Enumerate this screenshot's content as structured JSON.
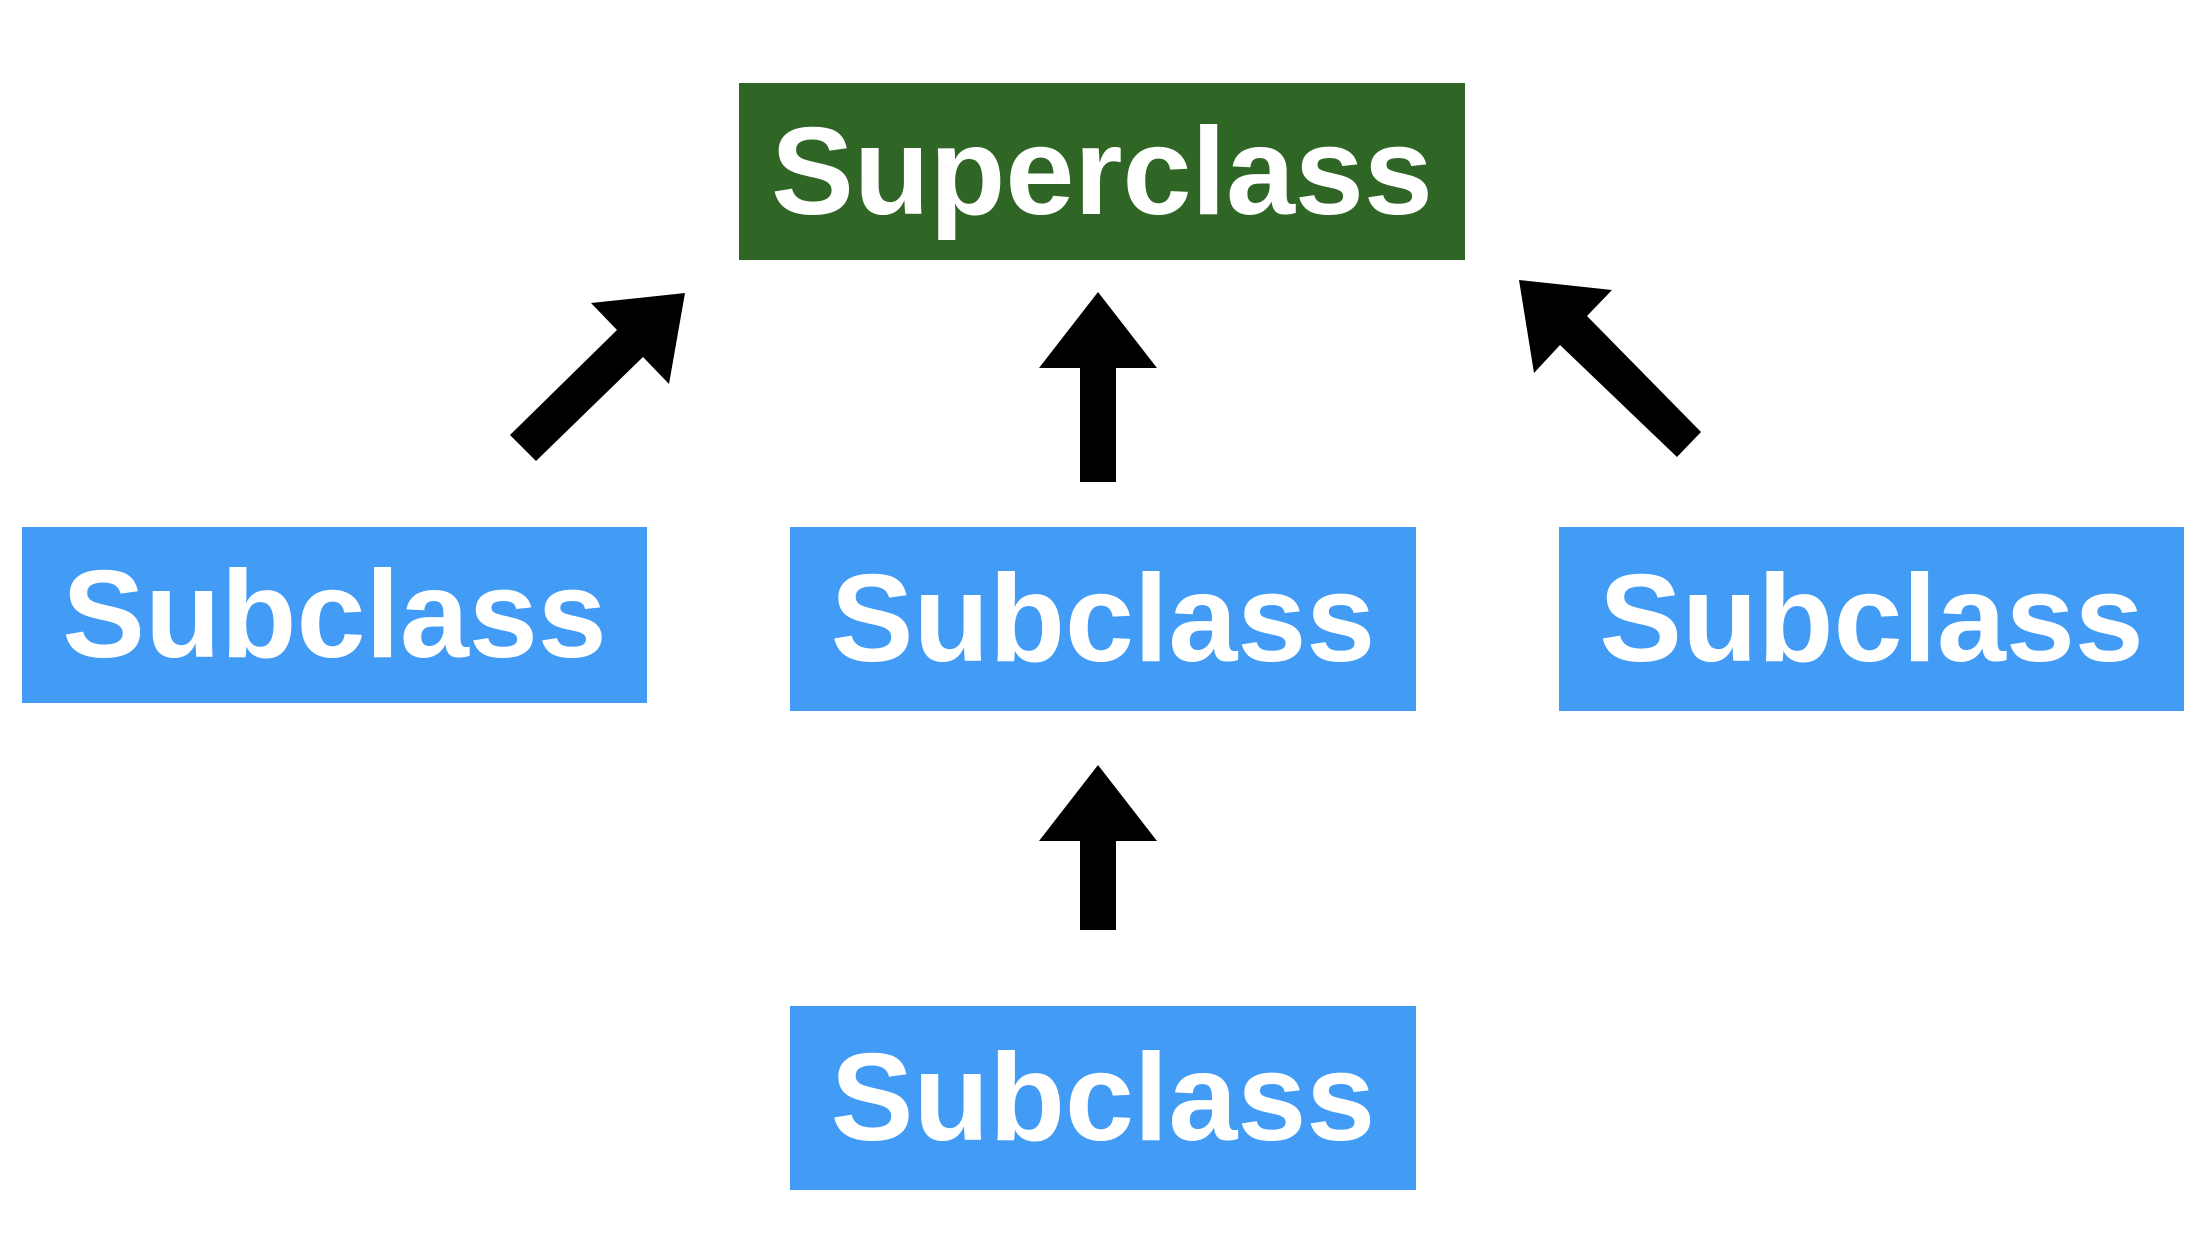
{
  "diagram": {
    "superclass": {
      "label": "Superclass",
      "color": "#2f6626"
    },
    "subclasses": {
      "left": {
        "label": "Subclass"
      },
      "center": {
        "label": "Subclass"
      },
      "right": {
        "label": "Subclass"
      },
      "bottom": {
        "label": "Subclass"
      },
      "color": "#429bf4"
    },
    "arrow_color": "#000000",
    "edges": [
      {
        "from": "sub-left",
        "to": "superclass"
      },
      {
        "from": "sub-center",
        "to": "superclass"
      },
      {
        "from": "sub-right",
        "to": "superclass"
      },
      {
        "from": "sub-bottom",
        "to": "sub-center"
      }
    ]
  }
}
